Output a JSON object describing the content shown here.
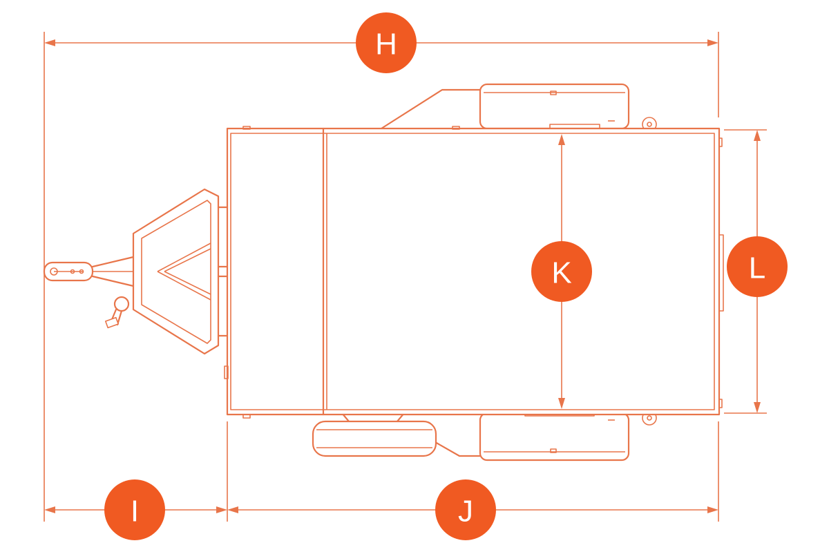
{
  "labels": {
    "H": "H",
    "I": "I",
    "J": "J",
    "K": "K",
    "L": "L"
  },
  "colors": {
    "line": "#E8754A",
    "badge": "#F05A22",
    "badge_text": "#ffffff",
    "background": "#ffffff"
  }
}
